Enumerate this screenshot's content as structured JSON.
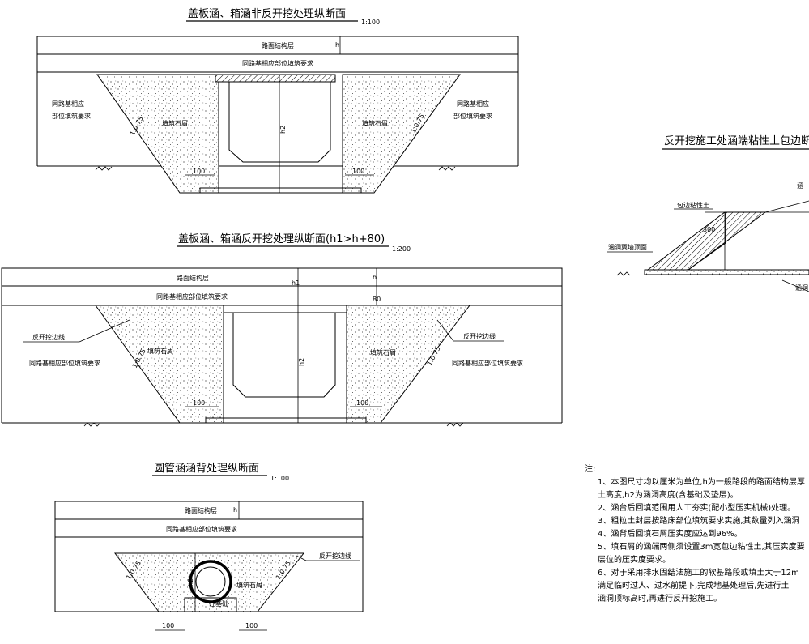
{
  "section1": {
    "title": "盖板涵、箱涵非反开挖处理纵断面",
    "scale": "1:100",
    "pavement": "路面结构层",
    "h_mark": "h",
    "fill_requirement": "同路基相应部位填筑要求",
    "side_left": [
      "同路基相应",
      "部位填筑要求"
    ],
    "side_right": [
      "同路基相应",
      "部位填筑要求"
    ],
    "gravel": "填筑石屑",
    "slope": "1:0.75",
    "h2_mark": "h2",
    "dim": "100"
  },
  "section2": {
    "title": "盖板涵、箱涵反开挖处理纵断面(h1>h+80)",
    "scale": "1:200",
    "pavement": "路面结构层",
    "h_mark": "h",
    "h1_mark": "h1",
    "mark_80": "80",
    "fill_requirement": "同路基相应部位填筑要求",
    "excavation_line": "反开挖边线",
    "side_text": "同路基相应部位填筑要求",
    "gravel": "填筑石屑",
    "slope": "1:0.75",
    "h2_mark": "h2",
    "dim": "100"
  },
  "section3": {
    "title": "圆管涵涵背处理纵断面",
    "scale": "1:100",
    "pavement": "路面结构层",
    "h_mark": "h",
    "fill_requirement": "同路基相应部位填筑要求",
    "gravel": "填筑石屑",
    "excavation_line": "反开挖边线",
    "slope": "1:0.75",
    "h2_mark": "h2",
    "base": "砼基础",
    "dim": "100"
  },
  "section4": {
    "title": "反开挖施工处涵端粘性土包边断",
    "clay": "包边粘性土",
    "top_surface": "涵洞翼墙顶面",
    "dim": "300",
    "label_a": "涵",
    "label_b": "涵洞"
  },
  "notes": {
    "title": "注:",
    "items": [
      "1、本图尺寸均以厘米为单位,h为一般路段的路面结构层厚",
      "   土高度,h2为涵洞高度(含基础及垫层)。",
      "2、涵台后回填范围用人工夯实(配小型压实机械)处理。",
      "3、粗粒土封层按路床部位填筑要求实施,其数量列入涵洞",
      "4、涵背后回填石屑压实度应达到96%。",
      "5、填石屑的涵端两侧须设置3m宽包边粘性土,其压实度要",
      "   层位的压实度要求。",
      "6、对于采用排水固结法施工的软基路段或填土大于12m",
      "   满足临时过人、过水前提下,完成地基处理后,先进行土",
      "   涵洞顶标高时,再进行反开挖施工。"
    ]
  }
}
